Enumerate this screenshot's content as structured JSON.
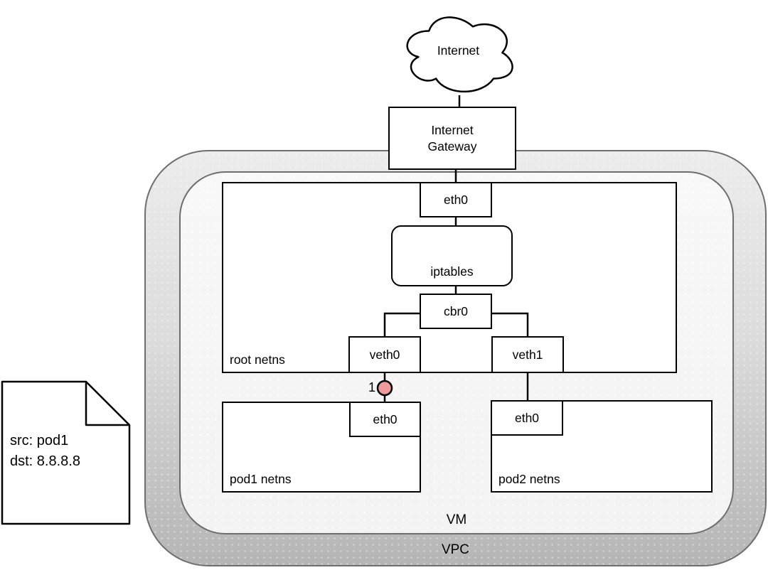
{
  "cloud": {
    "label": "Internet"
  },
  "gateway": {
    "line1": "Internet",
    "line2": "Gateway"
  },
  "root_netns": {
    "label": "root netns",
    "eth0": "eth0",
    "iptables": "iptables",
    "cbr0": "cbr0",
    "veth0": "veth0",
    "veth1": "veth1"
  },
  "pod1": {
    "label": "pod1 netns",
    "eth0": "eth0"
  },
  "pod2": {
    "label": "pod2 netns",
    "eth0": "eth0"
  },
  "vm": {
    "label": "VM"
  },
  "vpc": {
    "label": "VPC"
  },
  "note": {
    "line1": "src: pod1",
    "line2": "dst: 8.8.8.8"
  },
  "marker": {
    "label": "1"
  },
  "colors": {
    "line": "#000000",
    "box_border": "#000000",
    "box_fill": "#ffffff",
    "container_border": "#6e6e6e",
    "vpc_gradient_top": "#ececec",
    "vpc_gradient_bottom": "#b5b5b5",
    "vm_fill": "#f6f6f6",
    "marker_fill": "#ef9b9b",
    "marker_stroke": "#000000"
  }
}
